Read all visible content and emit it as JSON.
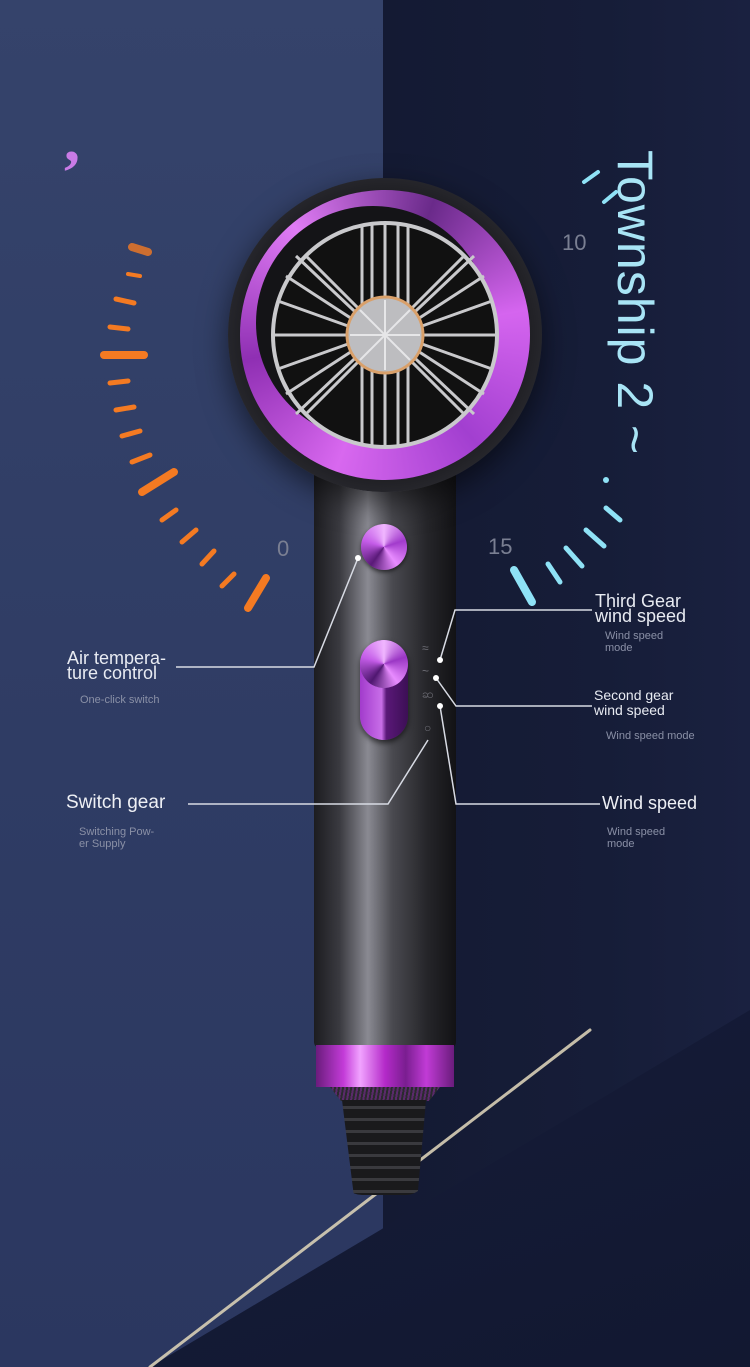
{
  "decor": {
    "quote_mark": ",",
    "vertical_title": "Township 2 ~"
  },
  "gauge": {
    "left_scale_color": "#f47a22",
    "right_scale_color": "#8fe2f6",
    "labels": {
      "zero": "0",
      "ten": "10",
      "fifteen": "15"
    }
  },
  "product": {
    "name": "hair dryer",
    "accent_color": "#c846e0",
    "body_color": "#3a3a40"
  },
  "callouts": {
    "air_temp": {
      "title": "Air tempera-\nture control",
      "title_line1": "Air tempera-",
      "title_line2": "ture control",
      "sub": "One-click switch"
    },
    "switch_gear": {
      "title": "Switch gear",
      "sub_line1": "Switching Pow-",
      "sub_line2": "er Supply"
    },
    "third_gear": {
      "title_line1": "Third Gear",
      "title_line2": "wind speed",
      "sub_line1": "Wind speed",
      "sub_line2": "mode"
    },
    "second_gear": {
      "title_line1": "Second gear",
      "title_line2": "wind speed",
      "sub": "Wind speed mode"
    },
    "wind_speed": {
      "title": "Wind speed",
      "sub_line1": "Wind speed",
      "sub_line2": "mode"
    }
  },
  "mode_icons": [
    "fan-high-icon",
    "fan-low-icon",
    "fan-mid-icon",
    "power-off-icon"
  ]
}
